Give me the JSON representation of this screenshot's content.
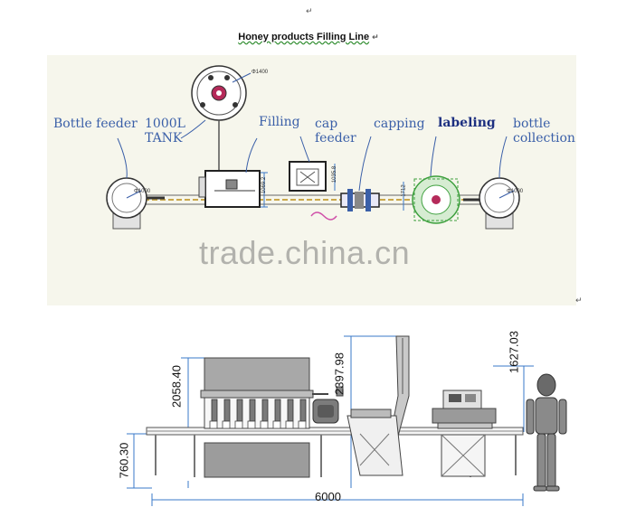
{
  "document": {
    "top_mark": "↵",
    "title": "Honey  products Filling Line",
    "title_mark": "↵",
    "end_mark": "↵"
  },
  "plan_view": {
    "labels": {
      "bottle_feeder": "Bottle feeder",
      "tank": "1000L\nTANK",
      "filling": "Filling",
      "cap_feeder": "cap\nfeeder",
      "capping": "capping",
      "labeling": "labeling",
      "bottle_collection": "bottle\ncollection"
    },
    "small_dims": {
      "tank_dia": "Φ1400",
      "feeder_dia": "Φ1000",
      "collect_dia": "Φ1000",
      "filling_h": "1069.2",
      "cap_h": "1035.8",
      "label_h": "1712"
    }
  },
  "elevation_view": {
    "dims": {
      "filler_height": "2058.40",
      "conveyor_height": "760.30",
      "elevator_height": "2397.98",
      "capper_height": "1627.03",
      "total_length": "6000"
    }
  },
  "watermark": "trade.china.cn",
  "colors": {
    "plan_bg": "#f6f6ec",
    "annotation_blue": "#3a5fa8",
    "dimension_line": "#3a78c8",
    "machine_gray": "#9a9a9a",
    "label_green": "#3ea03e"
  }
}
